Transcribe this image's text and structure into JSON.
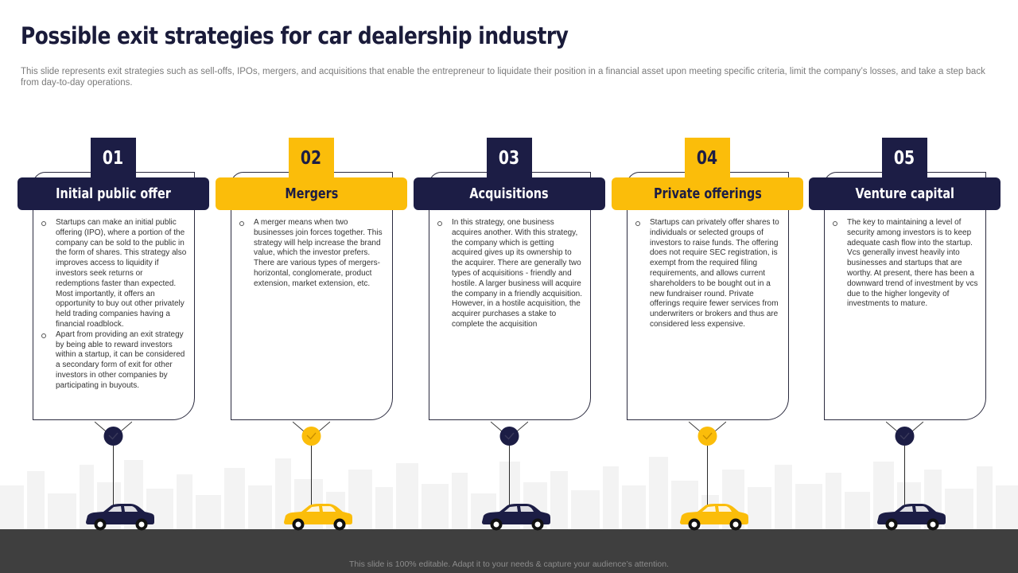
{
  "title": "Possible exit strategies for car dealership industry",
  "subtitle": "This slide represents exit strategies such as sell-offs, IPOs, mergers, and acquisitions that enable the entrepreneur to liquidate their position in a financial asset upon meeting specific criteria, limit the company’s losses, and take a step back from day-to-day operations.",
  "footer_note": "This slide is 100% editable.  Adapt it to your needs & capture your audience’s attention.",
  "colors": {
    "navy": "#1c1d45",
    "yellow": "#fbbd0a",
    "road": "#3f3f3f",
    "skyline": "#f3f3f3"
  },
  "icons": {
    "car": "car-icon",
    "check": "check-icon",
    "city": "city-skyline"
  },
  "strategies": [
    {
      "number": "01",
      "heading": "Initial public offer",
      "theme": "navy",
      "bullets": [
        "Startups can make an initial public offering (IPO), where a portion of the company can be sold to the public in the form of shares. This strategy also improves access to liquidity if investors seek returns or redemptions faster than expected. Most importantly, it offers an opportunity to buy out other privately held trading companies having a financial roadblock.",
        "Apart from providing an exit strategy by being able to reward investors within a startup, it can be considered a secondary form of exit for other investors in other companies by participating in buyouts."
      ]
    },
    {
      "number": "02",
      "heading": "Mergers",
      "theme": "yellow",
      "bullets": [
        "A merger means when two businesses join forces together. This strategy will help increase the brand value, which the investor prefers. There are various types of mergers- horizontal, conglomerate, product extension, market extension, etc."
      ]
    },
    {
      "number": "03",
      "heading": "Acquisitions",
      "theme": "navy",
      "bullets": [
        "In this strategy, one business acquires another. With this strategy, the company which is getting acquired gives up its ownership to the acquirer. There are generally two types of acquisitions - friendly and hostile. A larger business will acquire the company in a friendly acquisition. However, in a hostile acquisition, the acquirer purchases a stake to complete the acquisition"
      ]
    },
    {
      "number": "04",
      "heading": "Private offerings",
      "theme": "yellow",
      "bullets": [
        "Startups can privately offer shares to individuals or selected groups of investors to raise funds. The offering does not require SEC registration, is exempt from the required filing requirements, and allows current shareholders to be bought out in a new fundraiser round. Private offerings require fewer services from underwriters or brokers and thus are considered less expensive."
      ]
    },
    {
      "number": "05",
      "heading": "Venture capital",
      "theme": "navy",
      "bullets": [
        "The key to maintaining a level of security among investors is to keep adequate cash flow into the startup. Vcs generally invest heavily into businesses and startups that are worthy. At present, there has been a downward trend of investment by vcs due to the higher longevity of investments to mature."
      ]
    }
  ]
}
